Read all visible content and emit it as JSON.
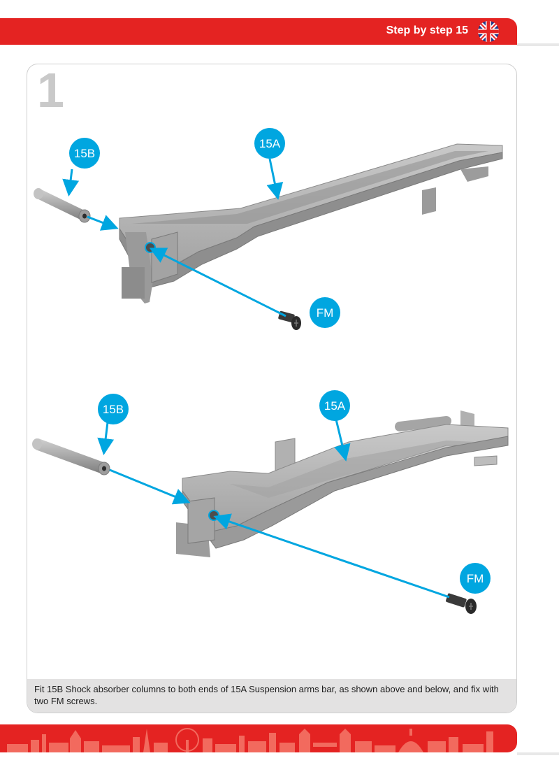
{
  "header": {
    "title": "Step by step 15"
  },
  "step": {
    "number": "1"
  },
  "labels": {
    "top_15b": "15B",
    "top_15a": "15A",
    "top_fm": "FM",
    "bottom_15b": "15B",
    "bottom_15a": "15A",
    "bottom_fm": "FM"
  },
  "caption": "Fit 15B Shock absorber columns to both ends of 15A Suspension arms bar, as shown above and below, and fix with two FM screws.",
  "colors": {
    "brand_red": "#e42322",
    "callout_blue": "#00a6e0",
    "part_grey": "#a9a9a9"
  }
}
